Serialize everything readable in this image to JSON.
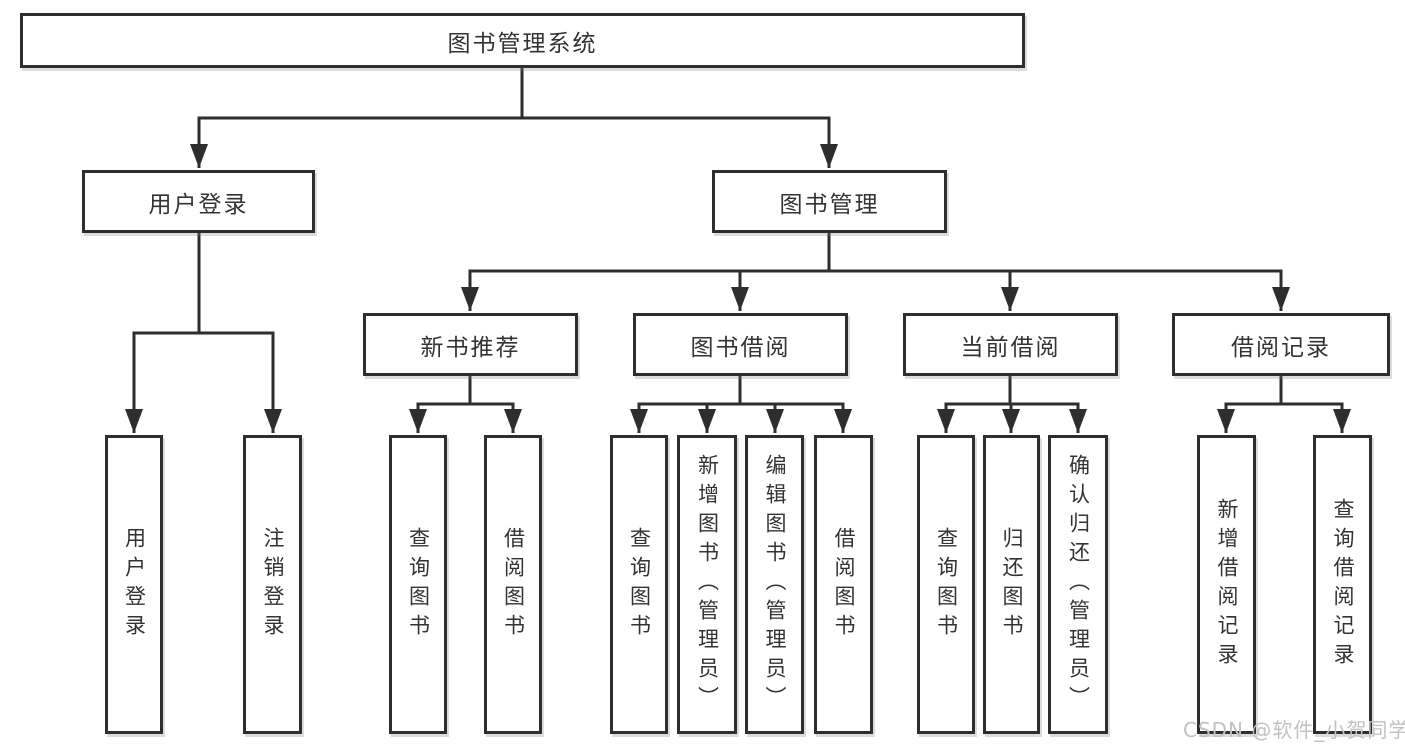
{
  "diagram": {
    "title": "图书管理系统",
    "level1": {
      "user_login": "用户登录",
      "book_management": "图书管理"
    },
    "level2": {
      "new_book_recommend": "新书推荐",
      "book_borrowing": "图书借阅",
      "current_borrowing": "当前借阅",
      "borrowing_records": "借阅记录"
    },
    "leaves": {
      "user_login": "用户登录",
      "logout": "注销登录",
      "query_books_recommend": "查询图书",
      "borrow_books_recommend": "借阅图书",
      "query_books_borrowing": "查询图书",
      "add_books_admin": "新增图书（管理员）",
      "edit_books_admin": "编辑图书（管理员）",
      "borrow_books_borrowing": "借阅图书",
      "query_books_current": "查询图书",
      "return_books": "归还图书",
      "confirm_return_admin": "确认归还（管理员）",
      "add_borrow_record": "新增借阅记录",
      "query_borrow_record": "查询借阅记录"
    }
  },
  "watermark": "CSDN @软件_小贺同学",
  "colors": {
    "line": "#2e2e2e",
    "text": "#333333",
    "watermark": "#c2c2c2",
    "box_fill": "#ffffff"
  }
}
